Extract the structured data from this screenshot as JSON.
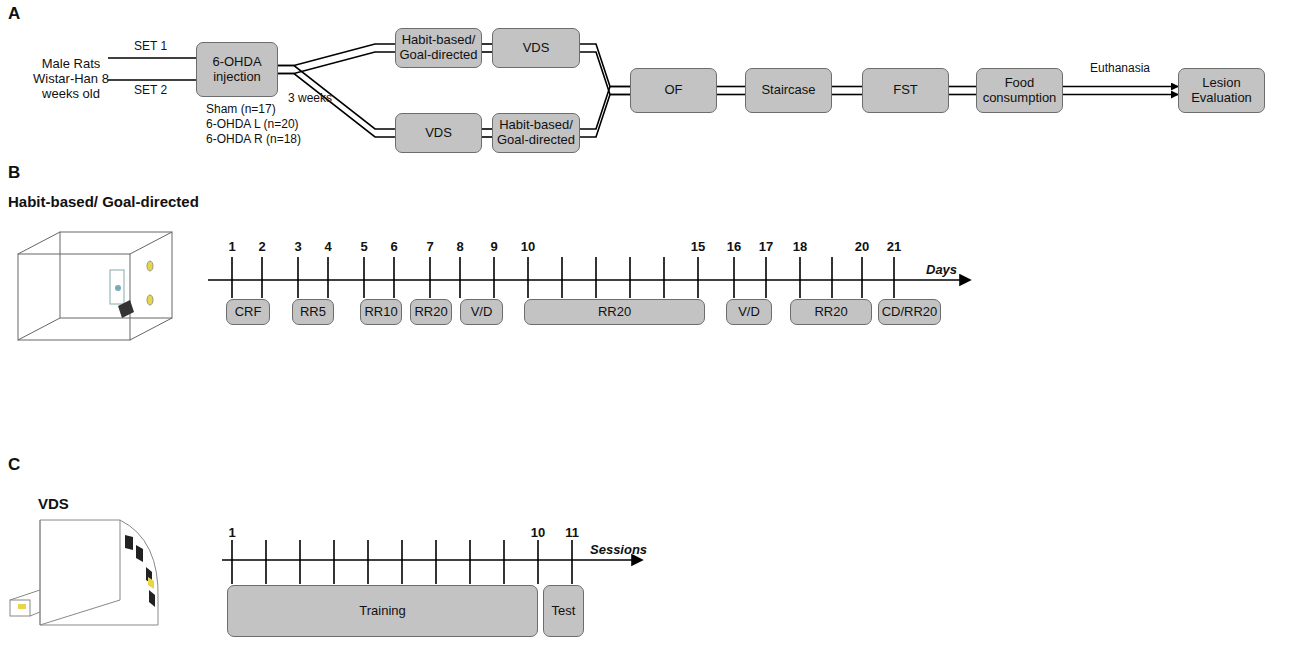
{
  "diagram": {
    "nodes": [
      {
        "text": [
          "6-OHDA injection"
        ]
      },
      {
        "text": [
          "Habit-based/ Goal-directed"
        ]
      },
      {
        "text": [
          "VDS"
        ]
      },
      {
        "text": [
          "VDS"
        ]
      },
      {
        "text": [
          "Habit-based/ Goal-directed"
        ]
      },
      {
        "text": [
          "OF"
        ]
      },
      {
        "text": [
          "Staircase"
        ]
      },
      {
        "text": [
          "FST"
        ]
      },
      {
        "text": [
          "Food consumption"
        ]
      },
      {
        "text": [
          "Lesion Evaluation"
        ]
      },
      {
        "text": [
          "CRF"
        ]
      },
      {
        "text": [
          "RR5"
        ]
      },
      {
        "text": [
          "RR10"
        ]
      },
      {
        "text": [
          "RR20"
        ]
      },
      {
        "text": [
          "V/D"
        ]
      },
      {
        "text": [
          "RR20"
        ]
      },
      {
        "text": [
          "V/D"
        ]
      },
      {
        "text": [
          "RR20"
        ]
      },
      {
        "text": [
          "CD/RR20"
        ]
      },
      {
        "text": [
          "Training"
        ]
      },
      {
        "text": [
          "Test"
        ]
      }
    ],
    "edges": [
      {
        "from": 0,
        "to": 1,
        "arrow": "none"
      },
      {
        "from": 0,
        "to": 3,
        "arrow": "none"
      },
      {
        "from": 1,
        "to": 2,
        "arrow": "none"
      },
      {
        "from": 3,
        "to": 4,
        "arrow": "none"
      },
      {
        "from": 2,
        "to": 5,
        "arrow": "none"
      },
      {
        "from": 4,
        "to": 5,
        "arrow": "none"
      },
      {
        "from": 5,
        "to": 6,
        "arrow": "none"
      },
      {
        "from": 6,
        "to": 7,
        "arrow": "none"
      },
      {
        "from": 7,
        "to": 8,
        "arrow": "none"
      },
      {
        "from": 8,
        "to": 9,
        "arrow": "to"
      }
    ],
    "labels": [
      "A",
      "Male Rats Wistar-Han 8 weeks old",
      "SET 1",
      "SET 2",
      "Sham (n=17)",
      "6-OHDA L (n=20)",
      "6-OHDA R (n=18)",
      "3 weeks",
      "Euthanasia",
      "B",
      "Habit-based/ Goal-directed",
      "1",
      "2",
      "3",
      "4",
      "5",
      "6",
      "7",
      "8",
      "9",
      "10",
      "15",
      "16",
      "17",
      "18",
      "20",
      "21",
      "Days",
      "C",
      "VDS",
      "1",
      "10",
      "11",
      "Sessions"
    ]
  }
}
